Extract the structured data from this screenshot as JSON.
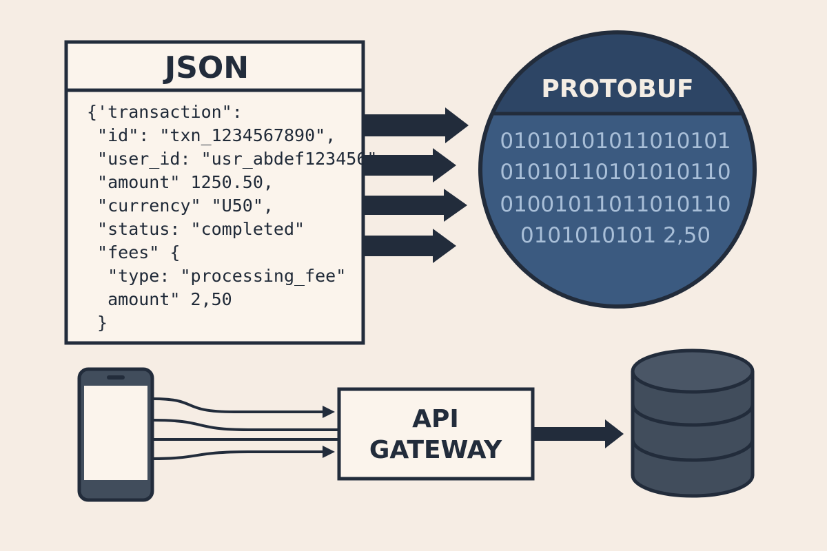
{
  "json_panel": {
    "title": "JSON",
    "lines": [
      "{'transaction\":",
      " \"id\": \"txn_1234567890\",",
      " \"user_id: \"usr_abdef123456\",",
      " \"amount\" 1250.50,",
      " \"currency\" \"U50\",",
      " \"status: \"completed\"",
      " \"fees\" {",
      "  \"type: \"processing_fee\"",
      "  amount\" 2,50",
      " }"
    ]
  },
  "protobuf": {
    "title": "PROTOBUF",
    "lines": [
      "01010101011010101",
      "01010110101010110",
      "01001011011010110",
      "0101010101 2,50"
    ]
  },
  "gateway": {
    "line1": "API",
    "line2": "GATEWAY"
  },
  "colors": {
    "background": "#f6ede4",
    "navy": "#3b5a80",
    "dark": "#222c3b",
    "db": "#414d5c",
    "binary": "#a9bfd8"
  }
}
